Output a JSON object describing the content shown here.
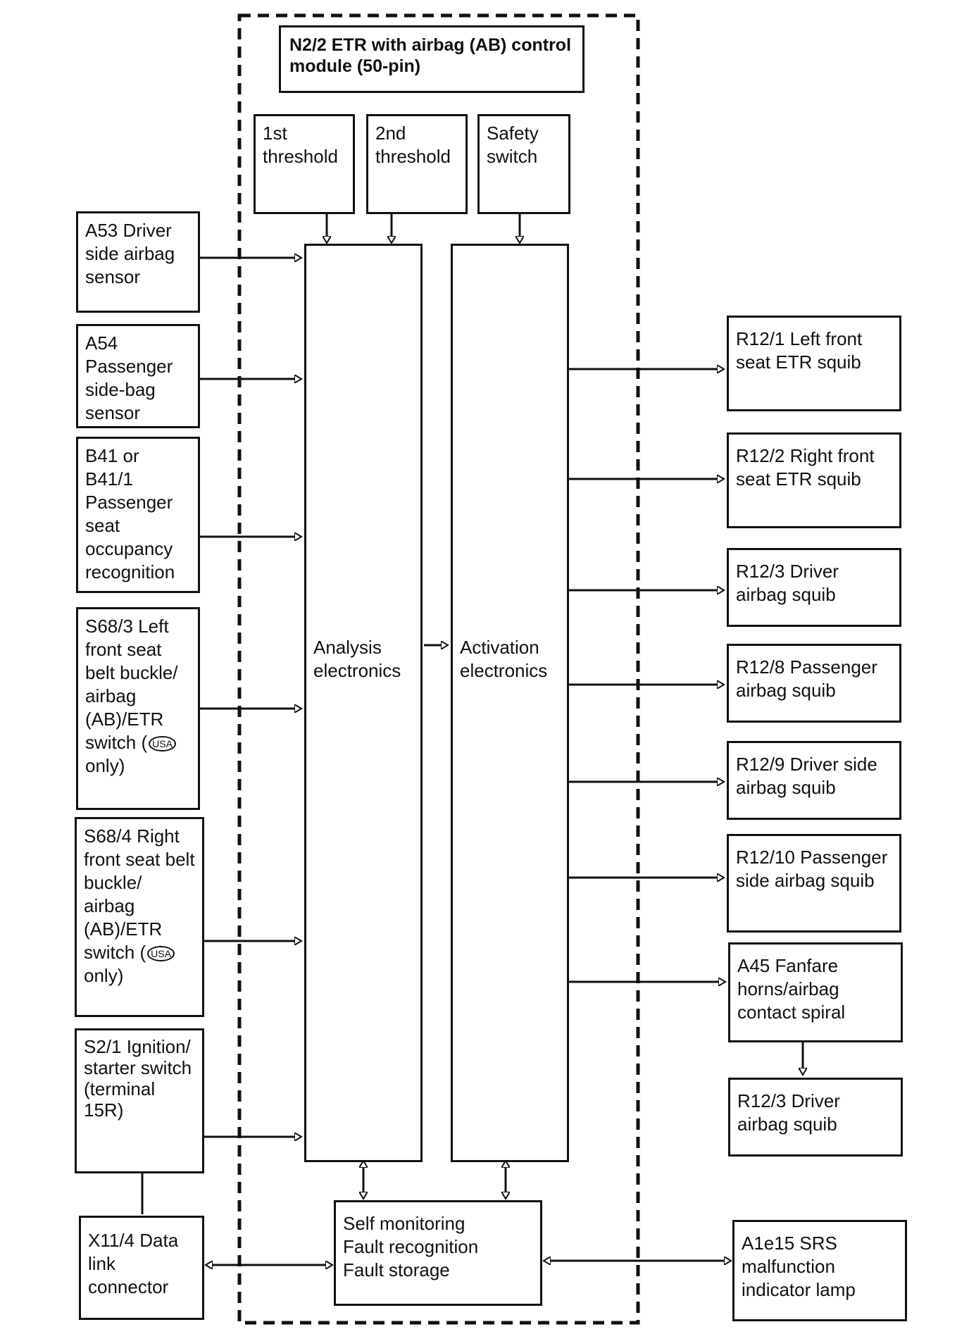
{
  "module": {
    "title": "N2/2 ETR with airbag (AB) control module (50-pin)"
  },
  "internal": {
    "threshold_1": "1st threshold",
    "threshold_2": "2nd threshold",
    "safety_switch": "Safety switch",
    "analysis": "Analysis electronics",
    "activation": "Activation electronics",
    "self_monitoring": "Self monitoring\nFault recognition\nFault storage"
  },
  "inputs": [
    {
      "id": "A53",
      "label": "A53 Driver side airbag sensor"
    },
    {
      "id": "A54",
      "label": "A54 Passenger side-bag sensor"
    },
    {
      "id": "B41",
      "label": "B41 or B41/1 Passenger seat occupancy recognition"
    },
    {
      "id": "S68/3",
      "label_before": "S68/3 Left front seat belt buckle/ airbag (AB)/ETR switch (",
      "badge": "USA",
      "label_after": " only)"
    },
    {
      "id": "S68/4",
      "label_before": "S68/4 Right front seat belt buckle/ airbag (AB)/ETR switch (",
      "badge": "USA",
      "label_after": " only)"
    },
    {
      "id": "S2/1",
      "label": "S2/1 Ignition/ starter switch (terminal 15R)"
    },
    {
      "id": "X11/4",
      "label": "X11/4 Data link connector"
    }
  ],
  "outputs": [
    {
      "id": "R12/1",
      "label": "R12/1 Left front seat ETR squib"
    },
    {
      "id": "R12/2",
      "label": "R12/2 Right front seat ETR squib"
    },
    {
      "id": "R12/3",
      "label": "R12/3 Driver airbag squib"
    },
    {
      "id": "R12/8",
      "label": "R12/8 Passenger airbag squib"
    },
    {
      "id": "R12/9",
      "label": "R12/9 Driver side airbag squib"
    },
    {
      "id": "R12/10",
      "label": "R12/10 Passenger side airbag squib"
    },
    {
      "id": "A45",
      "label": "A45 Fanfare horns/airbag contact spiral"
    },
    {
      "id": "R12/3b",
      "label": "R12/3 Driver airbag squib"
    },
    {
      "id": "A1e15",
      "label": "A1e15 SRS malfunction indicator lamp"
    }
  ]
}
